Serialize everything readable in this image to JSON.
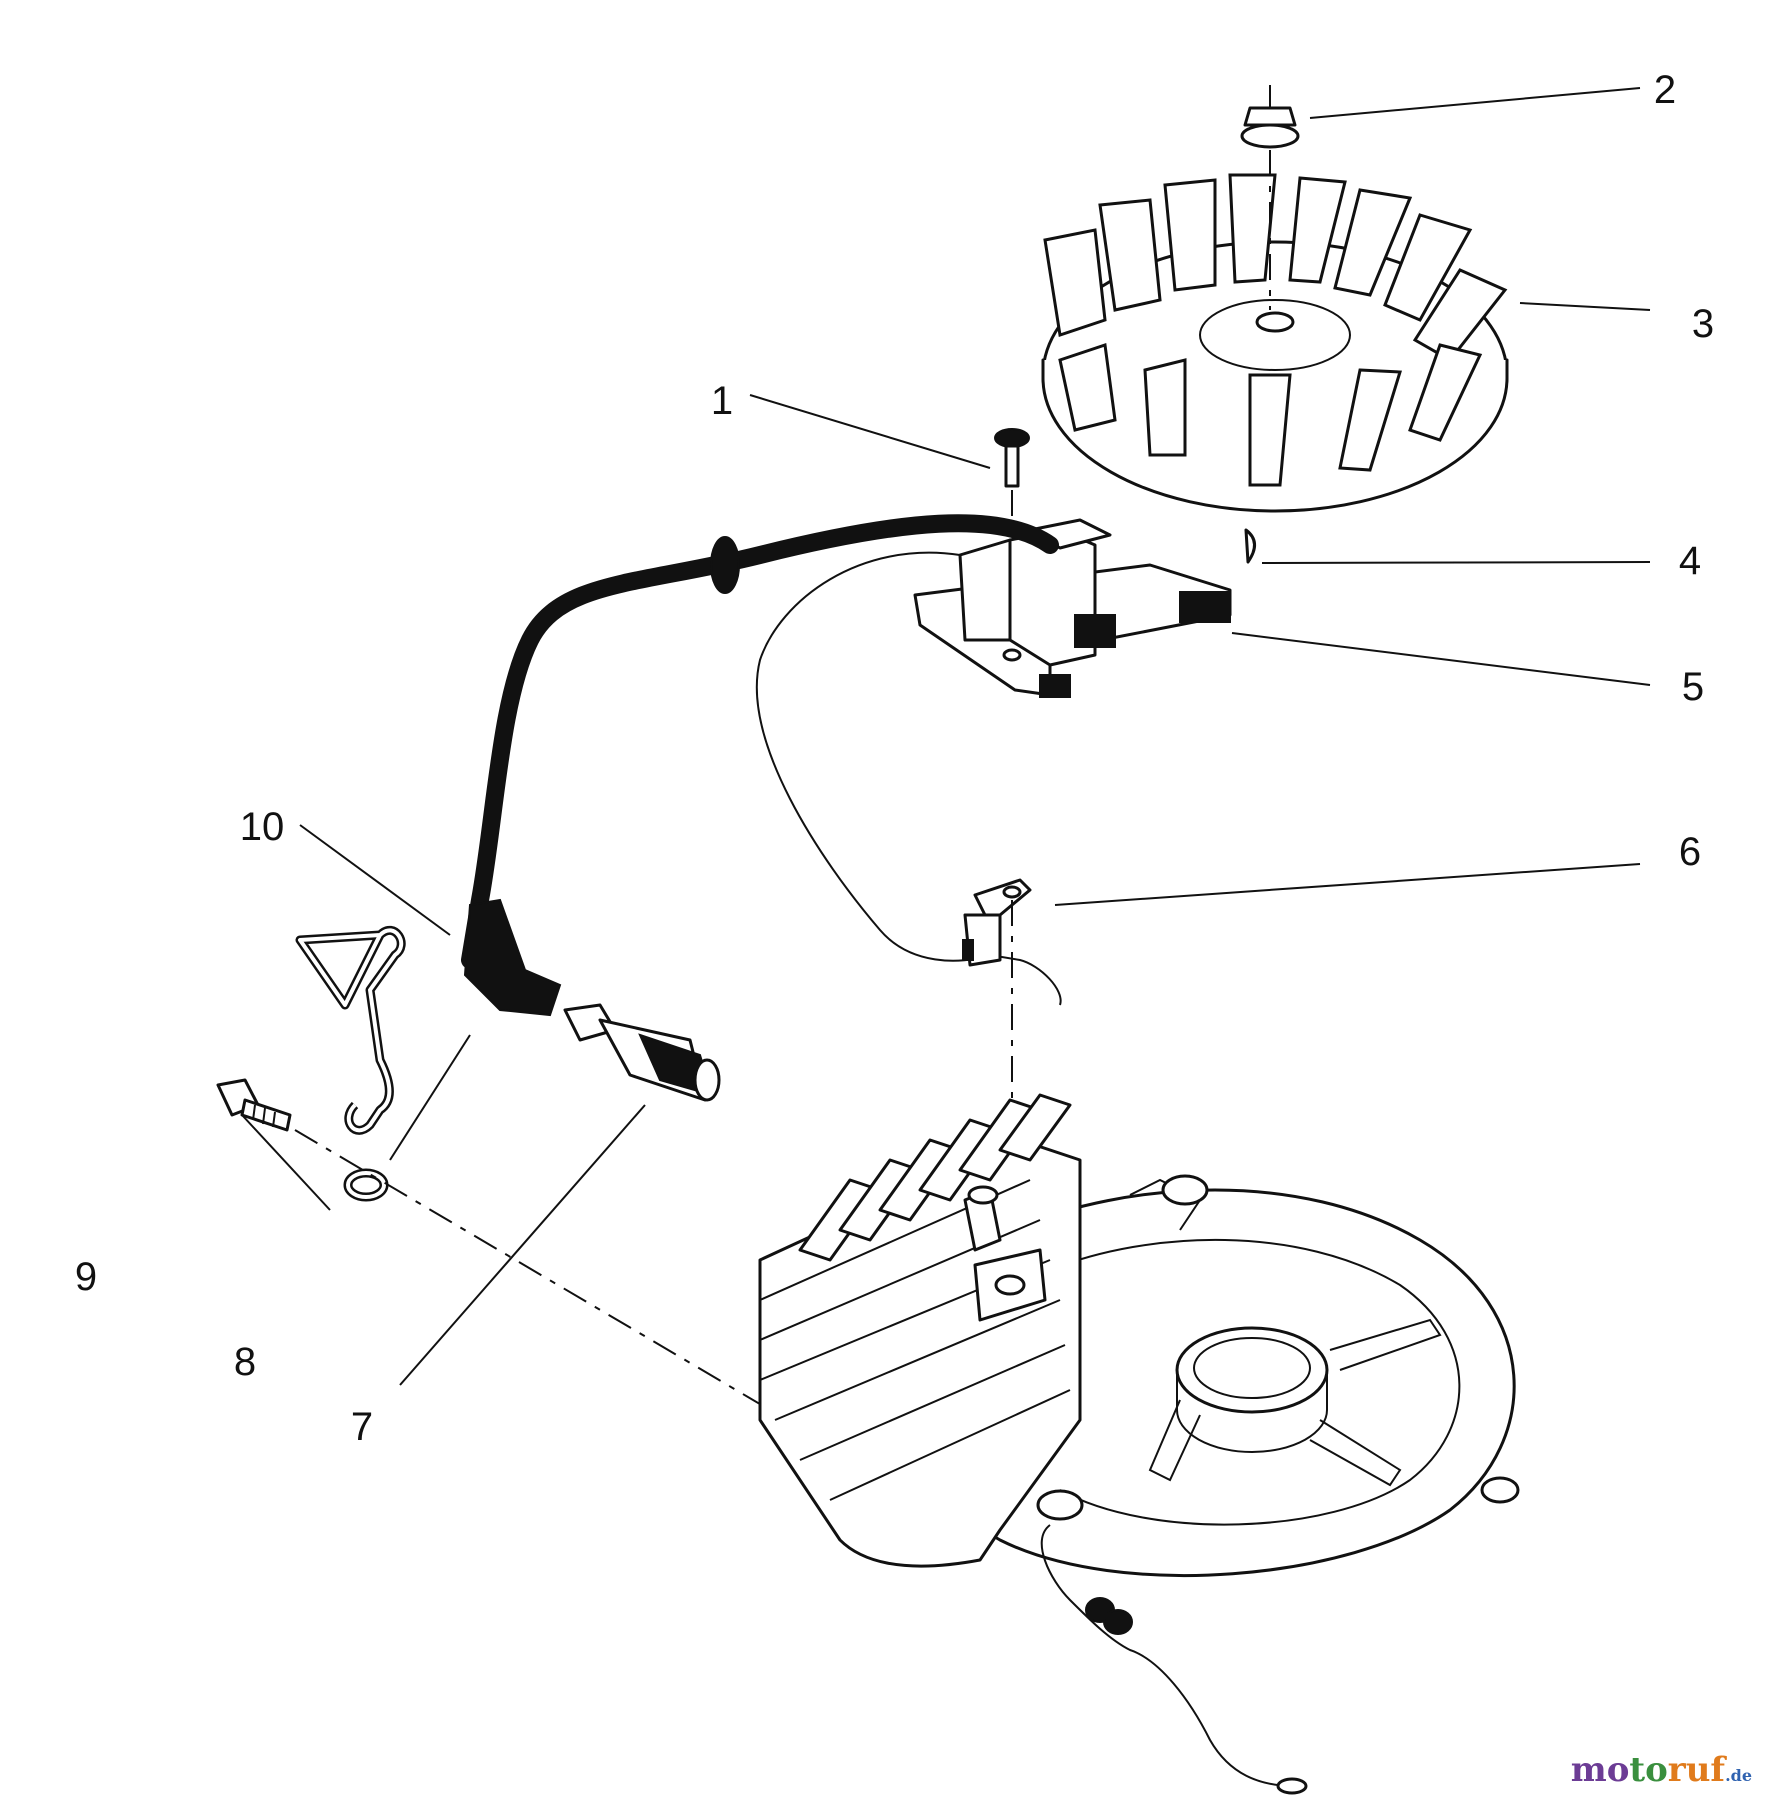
{
  "parts": [
    {
      "id": "1"
    },
    {
      "id": "2"
    },
    {
      "id": "3"
    },
    {
      "id": "4"
    },
    {
      "id": "5"
    },
    {
      "id": "6"
    },
    {
      "id": "7"
    },
    {
      "id": "8"
    },
    {
      "id": "9"
    },
    {
      "id": "10"
    }
  ],
  "watermark": {
    "part1": "mo",
    "part2": "to",
    "part3": "ruf",
    "part4": ".de"
  }
}
